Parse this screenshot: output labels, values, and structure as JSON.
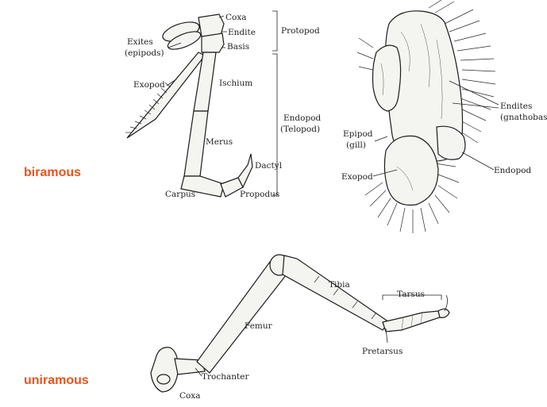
{
  "labels": {
    "biramous": "biramous",
    "uniramous": "uniramous",
    "leg1": {
      "coxa": "Coxa",
      "endite": "Endite",
      "basis": "Basis",
      "protopod": "Protopod",
      "exites_1": "Exites",
      "exites_2": "(epipods)",
      "exopod": "Exopod",
      "ischium": "Ischium",
      "endopod_1": "Endopod",
      "endopod_2": "(Telopod)",
      "merus": "Merus",
      "dactyl": "Dactyl",
      "carpus": "Carpus",
      "propodus": "Propodus"
    },
    "leg2": {
      "endites_1": "Endites",
      "endites_2": "(gnathobas",
      "epipod_1": "Epipod",
      "epipod_2": "(gill)",
      "exopod": "Exopod",
      "endopod": "Endopod"
    },
    "leg3": {
      "tibia": "Tibia",
      "tarsus": "Tarsus",
      "femur": "Femur",
      "pretarsus": "Pretarsus",
      "trochanter": "Trochanter",
      "coxa": "Coxa"
    }
  },
  "colors": {
    "tag": "#e8541c",
    "ink": "#1c1c1c"
  }
}
